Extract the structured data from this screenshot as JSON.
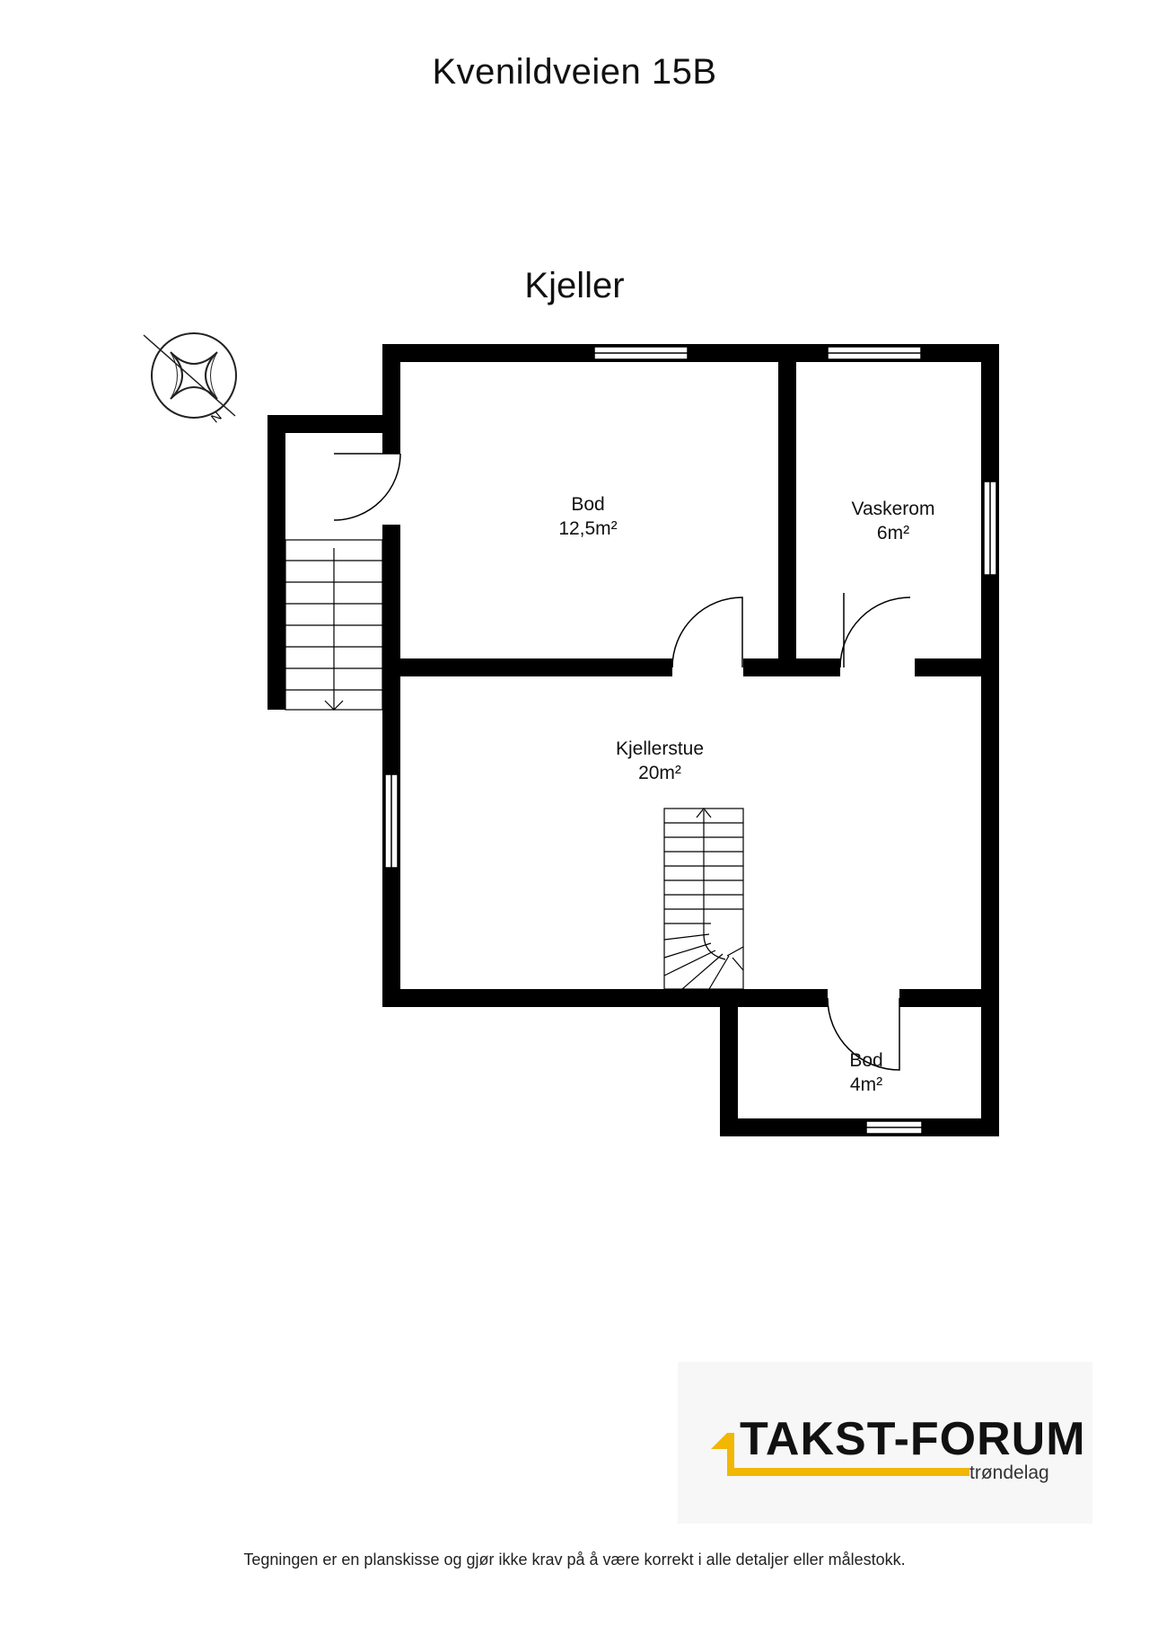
{
  "title": "Kvenildveien 15B",
  "floor": "Kjeller",
  "rooms": [
    {
      "name": "Bod",
      "area": "12,5m²"
    },
    {
      "name": "Vaskerom",
      "area": "6m²"
    },
    {
      "name": "Kjellerstue",
      "area": "20m²"
    },
    {
      "name": "Bod",
      "area": "4m²"
    }
  ],
  "compass": {
    "label": "N"
  },
  "logo": {
    "name": "TAKST-FORUM",
    "sub": "trøndelag",
    "accent": "#f2b705"
  },
  "disclaimer": "Tegningen er en planskisse og gjør ikke krav på å være korrekt i alle detaljer eller målestokk."
}
